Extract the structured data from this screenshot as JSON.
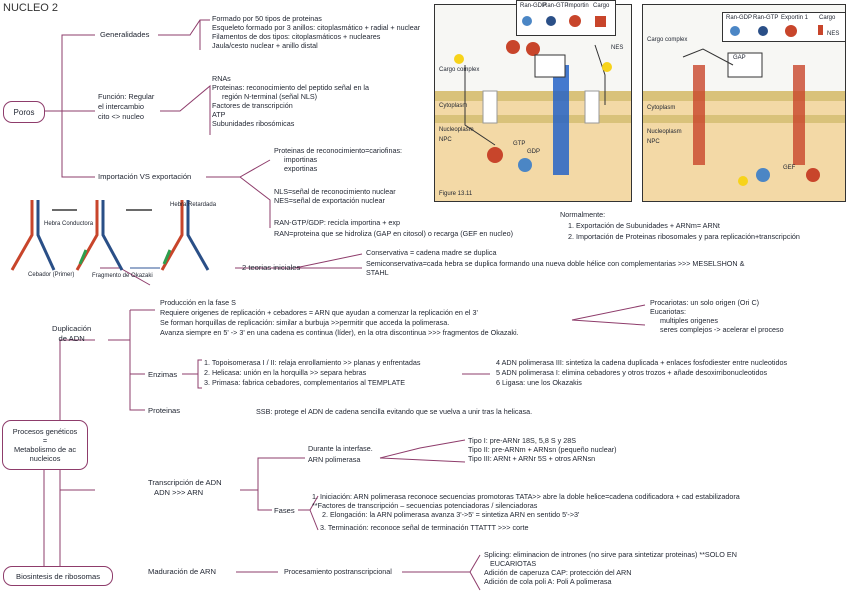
{
  "title": "NUCLEO 2",
  "nodes": {
    "poros": "Poros",
    "procesos": [
      "Procesos genéticos",
      "=",
      "Metabolismo de ac",
      "nucleicos"
    ],
    "biosintesis": "Biosintesis de ribosomas",
    "generalidades": "Generalidades",
    "funcion": [
      "Función: Regular",
      "el intercambio",
      "cito <> nucleo"
    ],
    "importacion": "Importación VS exportación",
    "duplicacion": [
      "Duplicación",
      "de ADN"
    ],
    "enzimas": "Enzimas",
    "proteinas": "Proteinas",
    "transcripcion": [
      "Transcripción de ADN",
      "ADN >>> ARN"
    ],
    "fases": "Fases",
    "maduracion": "Maduración de ARN",
    "procesamiento": "Procesamiento postranscripcional",
    "dos_teorias": "2 teorias iniciales"
  },
  "generalidades_items": [
    "Formado por 50 tipos de proteinas",
    "Esqueleto formado por 3 anillos: citoplasmático + radial + nuclear",
    "Filamentos de dos tipos: citoplasmáticos + nucleares",
    "Jaula/cesto nuclear + anillo distal"
  ],
  "funcion_items": [
    "RNAs",
    "Proteinas: reconocimiento del peptido señal en la",
    "región N-terminal (señal NLS)",
    "Factores de transcripción",
    "ATP",
    "Subunidades ribosómicas"
  ],
  "carioferinas": {
    "title": "Proteinas de reconocimiento=cariofinas:",
    "items": [
      "importinas",
      "exportinas"
    ]
  },
  "senales": [
    "NLS=señal de reconocimiento nuclear",
    "NES=señal de exportación nuclear"
  ],
  "ran": [
    "RAN-GTP/GDP: recicla importina + exp",
    "RAN=proteina que se hidroliza (GAP en citosol) o recarga (GEF en nucleo)"
  ],
  "normalmente": {
    "title": "Normalmente:",
    "items": [
      "1. Exportación de Subunidades + ARNm= ARNt",
      "2. Importación de Proteinas ribosomales y para replicación+transcripción"
    ]
  },
  "teorias": [
    "Conservativa = cadena madre se duplica",
    "Semiconservativa=cada hebra se duplica formando una nueva doble hélice con complementarias >>> MESELSHON &",
    "STAHL"
  ],
  "duplicacion_items": [
    "Producción en la fase S",
    "Requiere origenes de replicación + cebadores = ARN que ayudan a comenzar la replicación en el 3'",
    "Se forman horquillas de replicación: similar a burbuja >>permitir que acceda la polimerasa.",
    "Avanza siempre en 5' -> 3' en una cadena es continua (líder), en la otra discontinua >>> fragmentos de Okazaki."
  ],
  "procariotas": {
    "lines": [
      "Procariotas: un solo origen (Ori C)",
      "Eucariotas:"
    ],
    "items": [
      "multiples origenes",
      "seres complejos -> acelerar el proceso"
    ]
  },
  "enzimas_items": [
    "1. Topoisomerasa I / II: relaja enrollamiento >> planas y enfrentadas",
    "2. Helicasa: unión en la horquilla >> separa hebras",
    "3. Primasa: fabrica cebadores, complementarios al TEMPLATE"
  ],
  "enzimas_items2": [
    "4 ADN polimerasa III: sintetiza la cadena duplicada + enlaces fosfodiester entre nucleotidos",
    "5 ADN polimerasa I: elimina cebadores y otros trozos + añade desoxirribonucleotidos",
    "6 Ligasa: une los Okazakis"
  ],
  "proteina_text": "SSB: protege el ADN de cadena sencilla evitando que se vuelva a unir tras la helicasa.",
  "transcripcion_items": [
    "Durante la interfase.",
    "ARN polimerasa"
  ],
  "tipos": [
    "Tipo I: pre-ARNr 18S, 5,8 S y 28S",
    "Tipo II: pre-ARNm + ARNsn (pequeño nuclear)",
    "Tipo III: ARNt + ARNr 5S + otros ARNsn"
  ],
  "fases_items": [
    "1. Iniciación: ARN polimerasa reconoce secuencias promotoras TATA>> abre la doble helice=cadena codificadora + cad estabilizadora",
    "**Factores de transcripción – secuencias potenciadoras / silenciadoras",
    "2. Elongación: la ARN polimerasa avanza 3'->5' = sintetiza ARN en sentido 5'->3'",
    "3. Terminación: reconoce señal de terminación TTATTT >>> corte"
  ],
  "maduracion_items": [
    "Splicing: eliminacion de intrones (no sirve para sintetizar proteinas) **SOLO EN",
    "EUCARIOTAS",
    "Adición de caperuza CAP: protección del ARN",
    "Adición de cola poli A: Poli A polimerasa"
  ],
  "fig_left": {
    "key": [
      "Ran-GDP",
      "Ran-GTP",
      "Importin",
      "Cargo"
    ],
    "labels": [
      "Cytoplasm",
      "Nucleoplasm",
      "NPC",
      "Cargo complex",
      "NES",
      "GTP",
      "GDP",
      "Figure 13.11"
    ]
  },
  "fig_right": {
    "key": [
      "Ran-GDP",
      "Ran-GTP",
      "Exportin 1",
      "Cargo",
      "NES"
    ],
    "labels": [
      "Cargo complex",
      "Cytoplasm",
      "Nucleoplasm",
      "NPC",
      "GAP",
      "GEF"
    ]
  },
  "dna_fig": [
    "Hebra Conductora",
    "Hebra Retardada",
    "Cebador (Primer)",
    "Fragmento de Okazaki"
  ],
  "colors": {
    "branch": "#8e3c6b",
    "arrow": "#2f5597",
    "pill_border": "#8e3c6b",
    "nucleus_fill": "#f3d9a6"
  }
}
